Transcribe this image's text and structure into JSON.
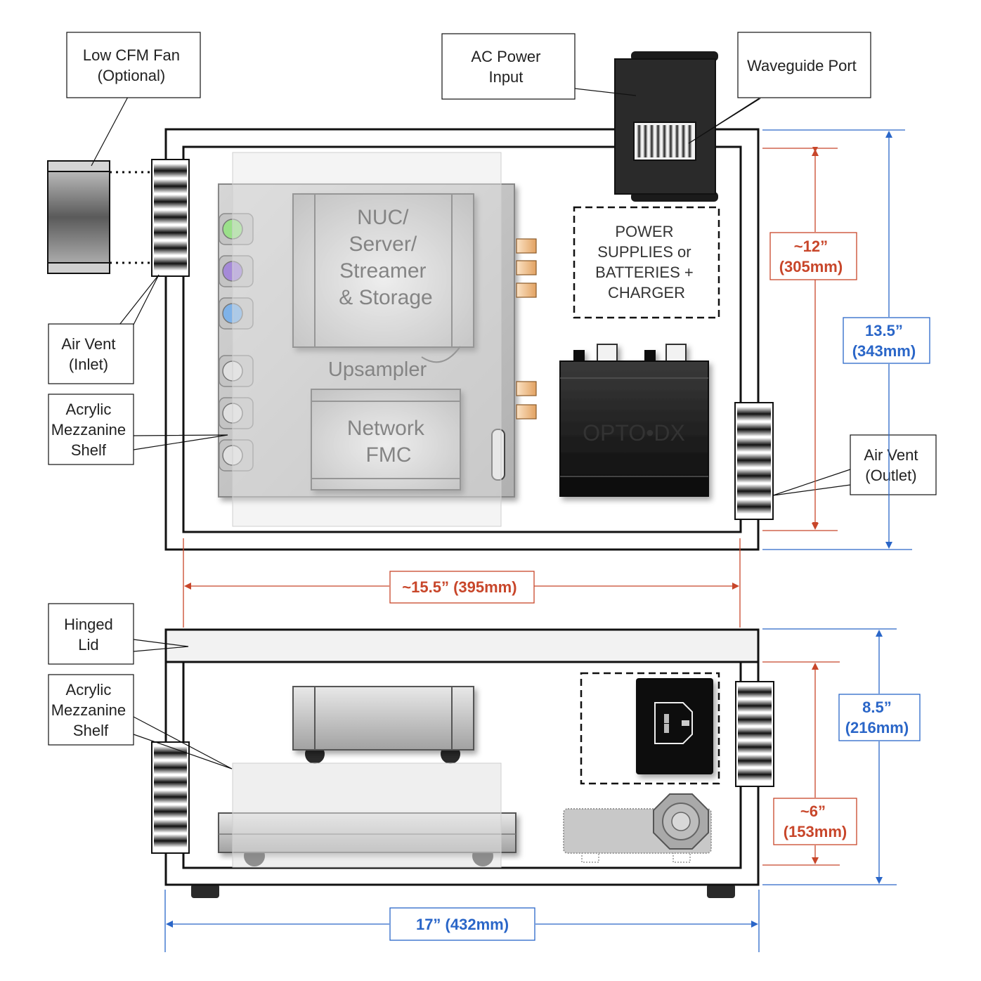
{
  "callouts": {
    "fan": [
      "Low CFM Fan",
      "(Optional)"
    ],
    "ac_power": [
      "AC Power",
      "Input"
    ],
    "waveguide": [
      "Waveguide Port"
    ],
    "vent_inlet": [
      "Air Vent",
      "(Inlet)"
    ],
    "shelf_top": [
      "Acrylic",
      "Mezzanine",
      "Shelf"
    ],
    "vent_outlet": [
      "Air Vent",
      "(Outlet)"
    ],
    "hinged_lid": [
      "Hinged",
      "Lid"
    ],
    "shelf_front": [
      "Acrylic",
      "Mezzanine",
      "Shelf"
    ]
  },
  "components": {
    "nuc": [
      "NUC/",
      "Server/",
      "Streamer",
      "& Storage"
    ],
    "upsampler": "Upsampler",
    "network": [
      "Network",
      "FMC"
    ],
    "power": [
      "POWER",
      "SUPPLIES or",
      "BATTERIES +",
      "CHARGER"
    ],
    "opto": "OPTO•DX"
  },
  "dimensions": {
    "inner_depth": [
      "~12”",
      "(305mm)"
    ],
    "outer_depth": [
      "13.5”",
      "(343mm)"
    ],
    "inner_width": "~15.5” (395mm)",
    "outer_height": [
      "8.5”",
      "(216mm)"
    ],
    "inner_height": [
      "~6”",
      "(153mm)"
    ],
    "outer_width": "17” (432mm)"
  },
  "colors": {
    "dim_red": "#c8462a",
    "dim_blue": "#2a66c8"
  }
}
